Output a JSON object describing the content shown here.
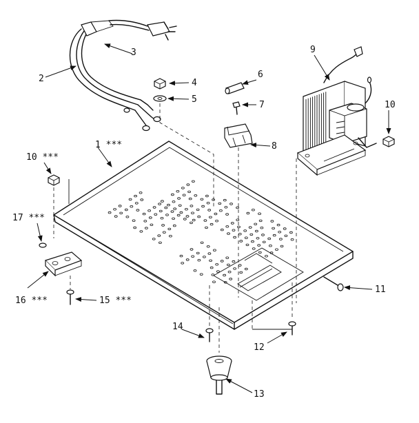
{
  "callouts": {
    "c1": "1 ***",
    "c2": "2",
    "c3": "3",
    "c4": "4",
    "c5": "5",
    "c6": "6",
    "c7": "7",
    "c8": "8",
    "c9": "9",
    "c10_right": "10",
    "c10_left": "10 ***",
    "c11": "11",
    "c12": "12",
    "c13": "13",
    "c14": "14",
    "c15": "15 ***",
    "c16": "16 ***",
    "c17": "17 ***"
  }
}
